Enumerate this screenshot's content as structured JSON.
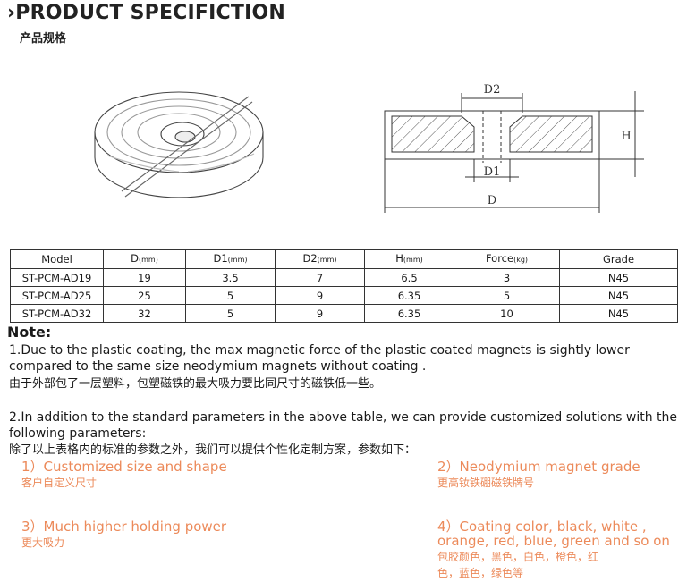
{
  "header": {
    "title": "PRODUCT SPECIFICTION",
    "subtitle": "产品规格"
  },
  "drawing": {
    "dim_labels": {
      "d2": "D2",
      "d1": "D1",
      "d": "D",
      "h": "H"
    }
  },
  "table": {
    "columns": [
      {
        "label": "Model",
        "unit": ""
      },
      {
        "label": "D",
        "unit": "(mm)"
      },
      {
        "label": "D1",
        "unit": "(mm)"
      },
      {
        "label": "D2",
        "unit": "(mm)"
      },
      {
        "label": "H",
        "unit": "(mm)"
      },
      {
        "label": "Force",
        "unit": "(kg)"
      },
      {
        "label": "Grade",
        "unit": ""
      }
    ],
    "rows": [
      [
        "ST-PCM-AD19",
        "19",
        "3.5",
        "7",
        "6.5",
        "3",
        "N45"
      ],
      [
        "ST-PCM-AD25",
        "25",
        "5",
        "9",
        "6.35",
        "5",
        "N45"
      ],
      [
        "ST-PCM-AD32",
        "32",
        "5",
        "9",
        "6.35",
        "10",
        "N45"
      ]
    ]
  },
  "note": {
    "heading": "Note:",
    "p1_en": "1.Due to the plastic coating, the max magnetic force of the plastic coated magnets is sightly lower compared to the same size neodymium magnets without coating .",
    "p1_cn": "由于外部包了一层塑料，包塑磁铁的最大吸力要比同尺寸的磁铁低一些。",
    "p2_en": "2.In addition to the standard parameters in the above table, we can provide  customized solutions with the following parameters:",
    "p2_cn": "除了以上表格内的标准的参数之外，我们可以提供个性化定制方案，参数如下：",
    "items": [
      {
        "en": "1）Customized size and shape",
        "cn": "客户自定义尺寸"
      },
      {
        "en": "2）Neodymium magnet grade",
        "cn": "更高钕铁硼磁铁牌号"
      },
      {
        "en": "3）Much higher holding power",
        "cn": "更大吸力"
      },
      {
        "en": "4）Coating color, black, white , orange, red, blue, green and so on",
        "cn": "包胶颜色，黑色，白色，橙色，红色，蓝色，绿色等"
      }
    ]
  }
}
